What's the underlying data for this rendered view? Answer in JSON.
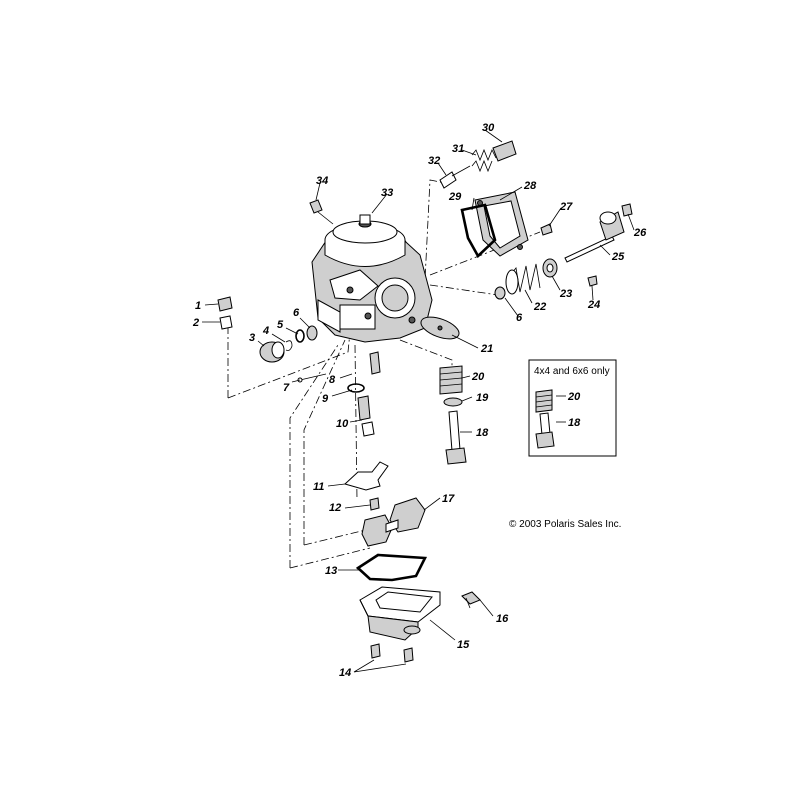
{
  "labels": {
    "p1": "1",
    "p2": "2",
    "p3": "3",
    "p4": "4",
    "p5": "5",
    "p6a": "6",
    "p6b": "6",
    "p7": "7",
    "p8": "8",
    "p9": "9",
    "p10": "10",
    "p11": "11",
    "p12": "12",
    "p13": "13",
    "p14": "14",
    "p15": "15",
    "p16": "16",
    "p17": "17",
    "p18": "18",
    "p19": "19",
    "p20": "20",
    "p21": "21",
    "p22": "22",
    "p23": "23",
    "p24": "24",
    "p25": "25",
    "p26": "26",
    "p27": "27",
    "p28": "28",
    "p29": "29",
    "p30": "30",
    "p31": "31",
    "p32": "32",
    "p33": "33",
    "p34": "34"
  },
  "inset": {
    "title": "4x4 and 6x6 only",
    "p20": "20",
    "p18": "18"
  },
  "copyright": "© 2003 Polaris Sales Inc."
}
